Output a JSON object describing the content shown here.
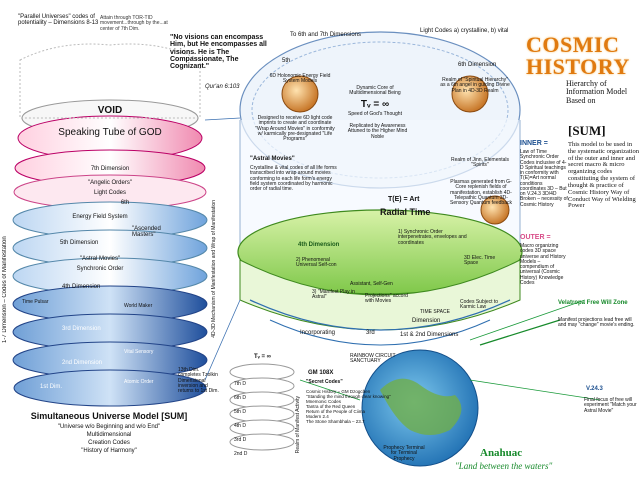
{
  "title": {
    "line1": "COSMIC",
    "line2": "HISTORY"
  },
  "subtitle": "Hierarchy of Information Model Based on",
  "sum_label": "[SUM]",
  "right_description": "This model to be used in the systematic organization of the outer and inner and secret macro & micro organizing codes constituting the system of thought & practice of Cosmic History Way of Conduct Way of Wielding Power",
  "inner": {
    "heading": "INNER =",
    "text": "Law of Time Synchronic Order Codes inclusive of 4-D Spiritual teachings in conformity with T(E)=Art normal conditions coordinates 3D – But on V.24.3 3D/4D Broken – necessity of Cosmic History"
  },
  "outer": {
    "heading": "OUTER =",
    "text": "Macro organizing codes 3D space universe and History Models – compendium of universal (Cosmic History) Knowledge Codes"
  },
  "quote": {
    "text": "\"No visions can encompass Him, but He encompasses all visions. He is The Compassionate, The Cognizant.\"",
    "source": "Qur'an 6:103"
  },
  "parallel": {
    "text": "\"Parallel Universes\" codes of potentiality – Dimensions 8-13",
    "note": "Attain through TOR-TID movement...through by the...at center of 7th Dim."
  },
  "top_labels": {
    "dims_6_7": "To 6th and 7th Dimensions",
    "light_codes": "Light Codes a) crystalline, b) vital",
    "fifth": "5th",
    "sixth": "6th Dimension",
    "holonomic": "6D Holonomic Energy Field System Models",
    "dynamic_core": "Dynamic Core of Multidimensional Being",
    "formula": "Tᵥ = ∞",
    "speed": "Speed of God's Thought",
    "realm": "Realm of \"Spiritual Hierarchy\" as a 6th angel in guiding Divine Plan in 4D-3D Realm",
    "designed": "Designed to receive 6D light code imprints to create and coordinate \"Wrap Around Movies\" in conformity w/ karmically pre-designated \"Life Programs\"",
    "replicated": "Replicated by Awareness Attuned to the Higher Mind Noble"
  },
  "middle_labels": {
    "astral_movies": "\"Astral Movies\"",
    "astral_text": "Crystalline & vital codes of all life forms transcribed into wrap around movies conforming to each life form's energy field system coordinated by harmonic order of radial time.",
    "tearth": "T(E) = Art",
    "radial_time": "Radial Time",
    "realm_jinn": "Realm of Jinn, Elementals \"Spirits\"",
    "plasmas": "Plasmas generated from G-Core replenish fields of manifestation, establish 4D-Telepathic Quantum 3D-Sensory Quantum feedback",
    "fourth_dim": "4th Dimension",
    "synchronic": "1) Synchronic Order interpenetrates, envelopes and coordinates",
    "phenomenal": "2) Phenomenal Universal Self-con",
    "manifest": "3) \"Manifest Play in Astral\"",
    "projections": "Projections\" accord with Movies",
    "astral_self": "Assistant, Self-Gen",
    "elec": "3D Elec. Time Space",
    "timespace": "TIME SPACE",
    "codes_karmic": "Codes Subject to Karmic Law",
    "incorporating": "Incorporating",
    "third_dim": "3rd",
    "dimension": "Dimension",
    "first_second": "1st & 2nd Dimensions",
    "mechanism": "4D-3D Mechanism of Manifestation and Wrap of Manifestation"
  },
  "velatropa": {
    "title": "Velatropa Free Will Zone",
    "text": "Manifest projections lead free will and may \"change\" movie's ending."
  },
  "v243": {
    "title": "V.24.3",
    "text": "Final focus of free will experiment \"Match your Astral Movie\""
  },
  "anahuac": {
    "title": "Anahuac",
    "subtitle": "\"Land between the waters\""
  },
  "gm108": {
    "title": "GM 108X",
    "subtitle": "\"Secret Codes\"",
    "items": [
      "Cosmic History = GM Dzogchen",
      "\"Standing the mind through clear knowing\"",
      "Mnemonic Codes",
      "Tantra of the Red Queen",
      "Return of the People of Ciima",
      "Modern 2.4",
      "The Stone Shambhala – 23.7"
    ],
    "rainbow": "RAINBOW CIRCUIT SANCTUARY",
    "prophecy": "Prophecy Terminal for Terminal Prophecy",
    "realm_manifest": "Realm of Manifest Activity"
  },
  "stack": {
    "left_axis": "1-7 Dimension – Codes of Manifestation",
    "void": "VOID",
    "speaking": "Speaking Tube of GOD",
    "seventh": "7th Dimension",
    "angelic": "\"Angelic Orders\"",
    "light": "Light Codes",
    "sixth": "6th",
    "energy": "Energy Field System",
    "ascended": "\"Ascended Masters\"",
    "fifth": "5th Dimension",
    "astral": "\"Astral Movies\"",
    "synch": "Synchronic Order",
    "fourth": "4th Dimension",
    "pulsar": "Time Pulsar",
    "world": "World Maker",
    "third": "3rd Dimension",
    "vital": "Vital Sensory",
    "second": "2nd Dimension",
    "atomic": "Atomic Order",
    "first": "1st Dim.",
    "thirteenth": "13th Dim. completes Tzolkin Dimensional inversion and returns to 1st Dim.",
    "small_stack_labels": [
      "7th D",
      "6th D",
      "5th D",
      "4th D",
      "3rd D",
      "2nd D"
    ],
    "small_formula": "Tᵥ = ∞"
  },
  "caption": {
    "title": "Simultaneous Universe Model [SUM]",
    "lines": [
      "\"Universe w/o Beginning and w/o End\"",
      "Multidimensional",
      "Creation Codes",
      "\"History of Harmony\""
    ]
  },
  "colors": {
    "orange": "#e07a10",
    "green": "#178a2b",
    "blue": "#1c4f8f",
    "pink": "#d94f8a",
    "teal": "#1aa39a"
  }
}
